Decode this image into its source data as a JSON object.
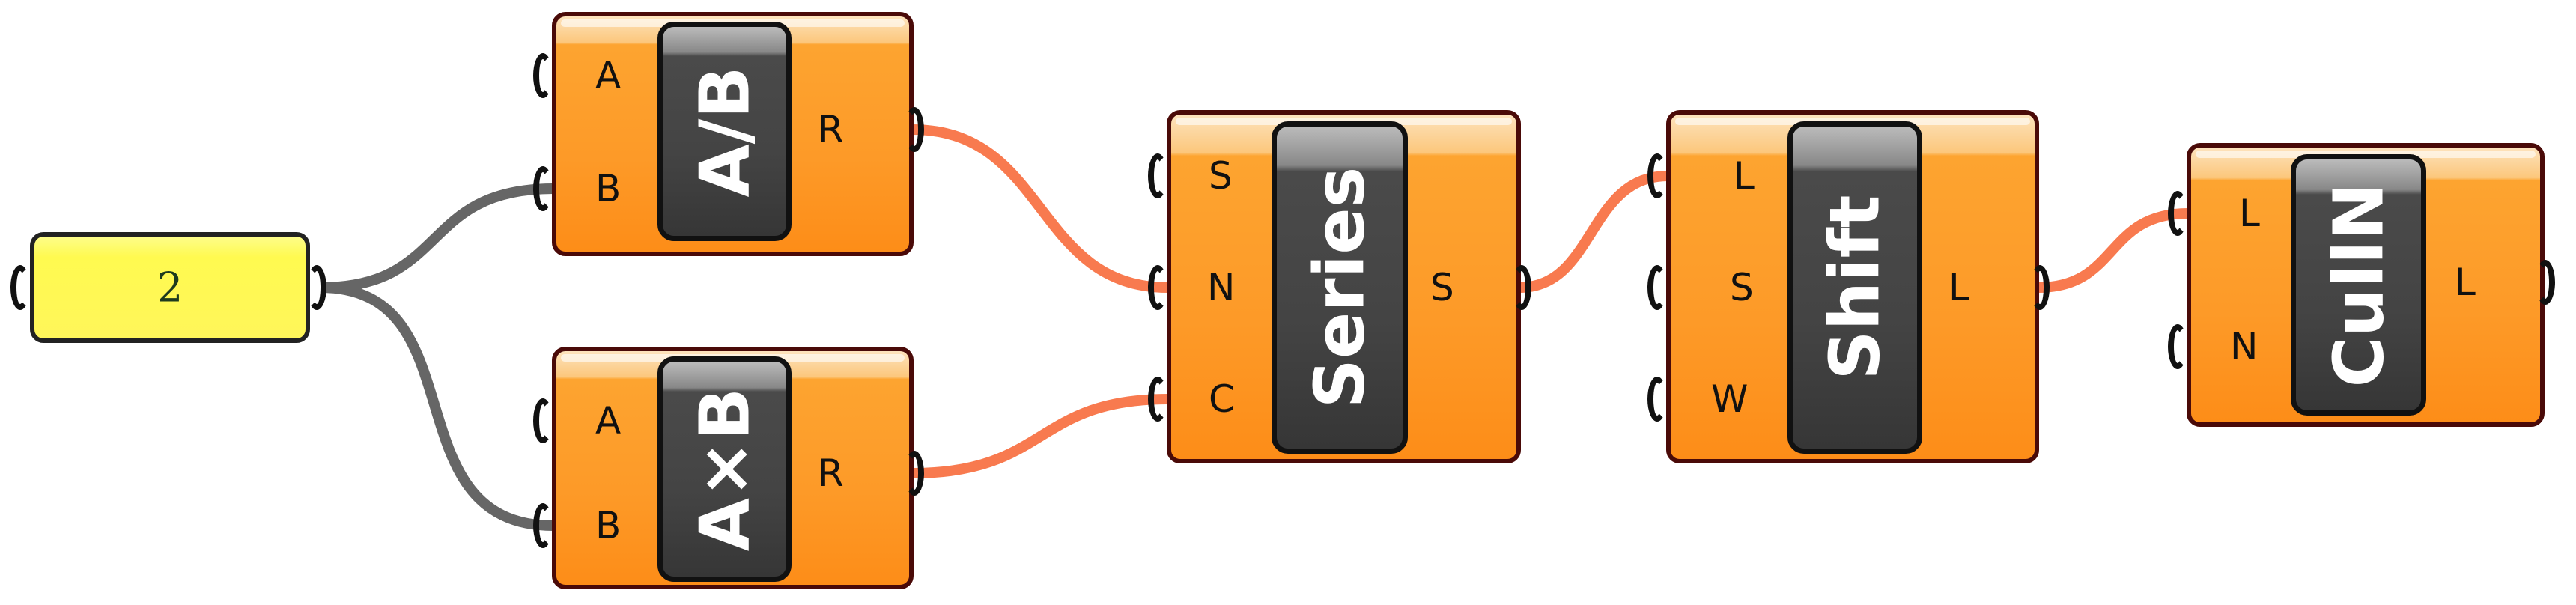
{
  "colors": {
    "component": "#fd9a28",
    "panel": "#fff65a",
    "wire_default": "#666666",
    "wire_active": "#f87a4f",
    "nickname_bg": "#444444"
  },
  "panel": {
    "value": "2"
  },
  "components": {
    "divide": {
      "nickname": "A/B",
      "inputs": [
        "A",
        "B"
      ],
      "outputs": [
        "R"
      ]
    },
    "multiply": {
      "nickname": "A×B",
      "inputs": [
        "A",
        "B"
      ],
      "outputs": [
        "R"
      ]
    },
    "series": {
      "nickname": "Series",
      "inputs": [
        "S",
        "N",
        "C"
      ],
      "outputs": [
        "S"
      ]
    },
    "shift": {
      "nickname": "Shift",
      "inputs": [
        "L",
        "S",
        "W"
      ],
      "outputs": [
        "L"
      ]
    },
    "culln": {
      "nickname": "CullN",
      "inputs": [
        "L",
        "N"
      ],
      "outputs": [
        "L"
      ]
    }
  }
}
